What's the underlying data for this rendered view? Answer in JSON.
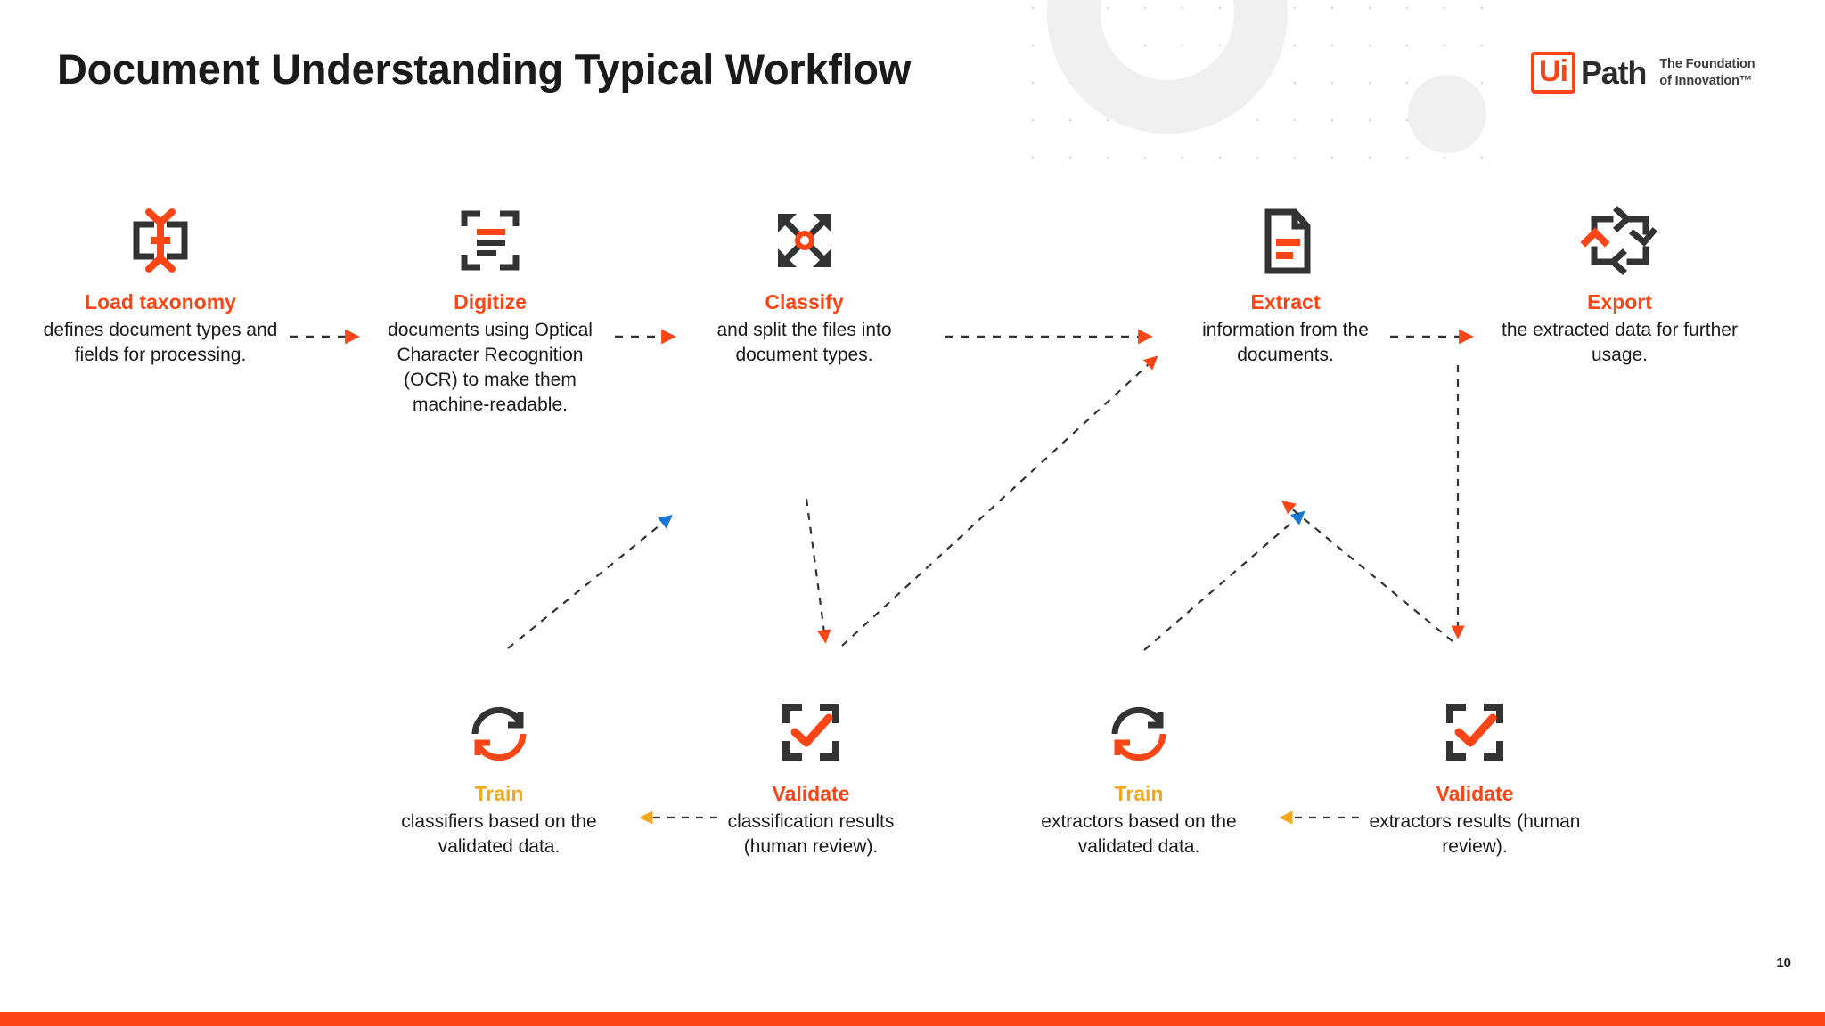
{
  "slide": {
    "title": "Document Understanding Typical Workflow",
    "page_number": "10"
  },
  "logo": {
    "ui": "Ui",
    "path": "Path",
    "tagline_line1": "The Foundation",
    "tagline_line2": "of Innovation™"
  },
  "colors": {
    "orange": "#fa4616",
    "amber": "#f5a81c",
    "blue": "#1578d4",
    "dark": "#333333",
    "text": "#1a1a1a"
  },
  "top_row": [
    {
      "id": "load-taxonomy",
      "icon": "taxonomy-icon",
      "title": "Load taxonomy",
      "title_color": "#fa4616",
      "desc": "defines document types and fields for processing."
    },
    {
      "id": "digitize",
      "icon": "scan-document-icon",
      "title": "Digitize",
      "title_color": "#fa4616",
      "desc": "documents using Optical Character Recognition (OCR) to make them machine-readable."
    },
    {
      "id": "classify",
      "icon": "expand-arrows-icon",
      "title": "Classify",
      "title_color": "#fa4616",
      "desc": "and split the files into document types."
    },
    {
      "id": "extract",
      "icon": "document-lines-icon",
      "title": "Extract",
      "title_color": "#fa4616",
      "desc": "information from the documents."
    },
    {
      "id": "export",
      "icon": "export-loop-icon",
      "title": "Export",
      "title_color": "#fa4616",
      "desc": "the extracted data for further usage."
    }
  ],
  "bottom_row": [
    {
      "id": "train-classifiers",
      "icon": "refresh-retrain-icon",
      "title": "Train",
      "title_color": "#f5a81c",
      "desc": "classifiers based on the validated data."
    },
    {
      "id": "validate-classification",
      "icon": "frame-check-icon",
      "title": "Validate",
      "title_color": "#fa4616",
      "desc": "classification results (human review)."
    },
    {
      "id": "train-extractors",
      "icon": "refresh-retrain-icon",
      "title": "Train",
      "title_color": "#f5a81c",
      "desc": "extractors based on the validated data."
    },
    {
      "id": "validate-extraction",
      "icon": "frame-check-icon",
      "title": "Validate",
      "title_color": "#fa4616",
      "desc": "extractors results (human review)."
    }
  ]
}
